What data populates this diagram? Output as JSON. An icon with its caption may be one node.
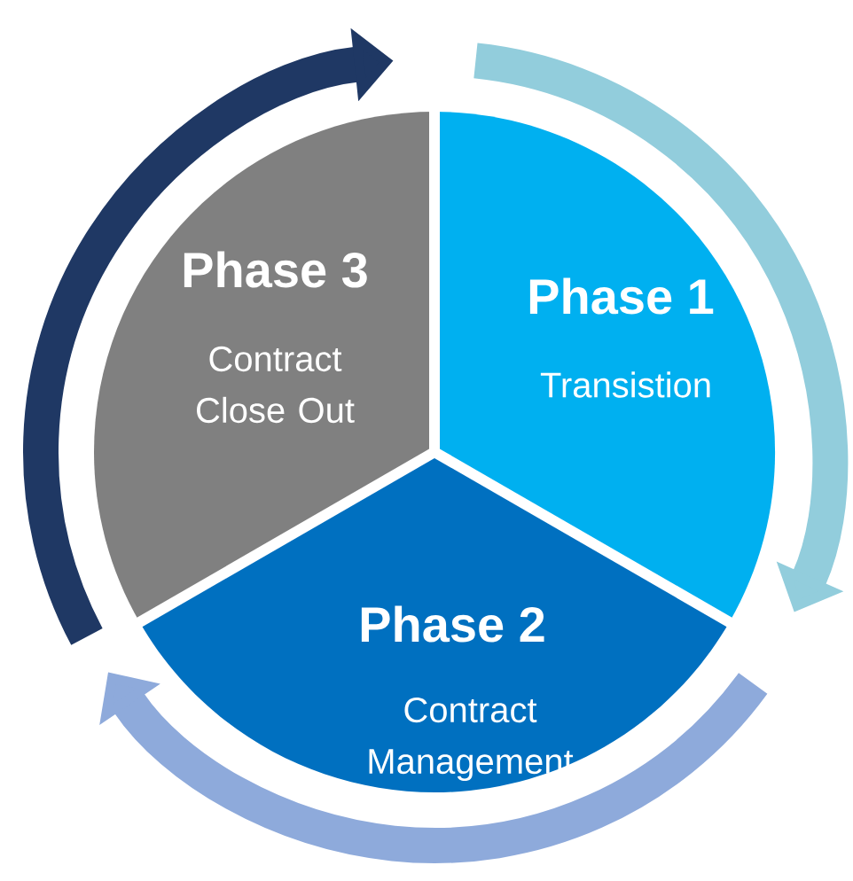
{
  "diagram": {
    "nodes": [
      {
        "text": [
          "Phase 3",
          "Contract Close Out"
        ]
      },
      {
        "text": [
          "Phase 1",
          "Transistion"
        ]
      },
      {
        "text": [
          "Phase 2",
          "Contract Management"
        ]
      }
    ]
  }
}
